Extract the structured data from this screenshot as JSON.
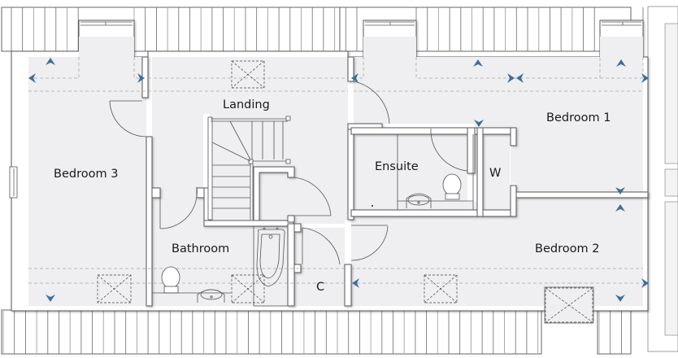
{
  "plan": {
    "rooms": [
      {
        "id": "bedroom-3",
        "label": "Bedroom 3"
      },
      {
        "id": "landing",
        "label": "Landing"
      },
      {
        "id": "bedroom-1",
        "label": "Bedroom 1"
      },
      {
        "id": "ensuite",
        "label": "Ensuite"
      },
      {
        "id": "wardrobe",
        "label": "W"
      },
      {
        "id": "bathroom",
        "label": "Bathroom"
      },
      {
        "id": "cupboard",
        "label": "C"
      },
      {
        "id": "bedroom-2",
        "label": "Bedroom 2"
      }
    ],
    "colors": {
      "floor": "#efeef0",
      "wall": "#ffffff",
      "line": "#555555",
      "arrow": "#3d6e9b"
    },
    "icons": {
      "dimension-arrow": "triangle-arrow",
      "skylight": "x-box",
      "toilet": "toilet",
      "basin": "basin",
      "bath": "bath",
      "stairs": "stairs"
    }
  }
}
